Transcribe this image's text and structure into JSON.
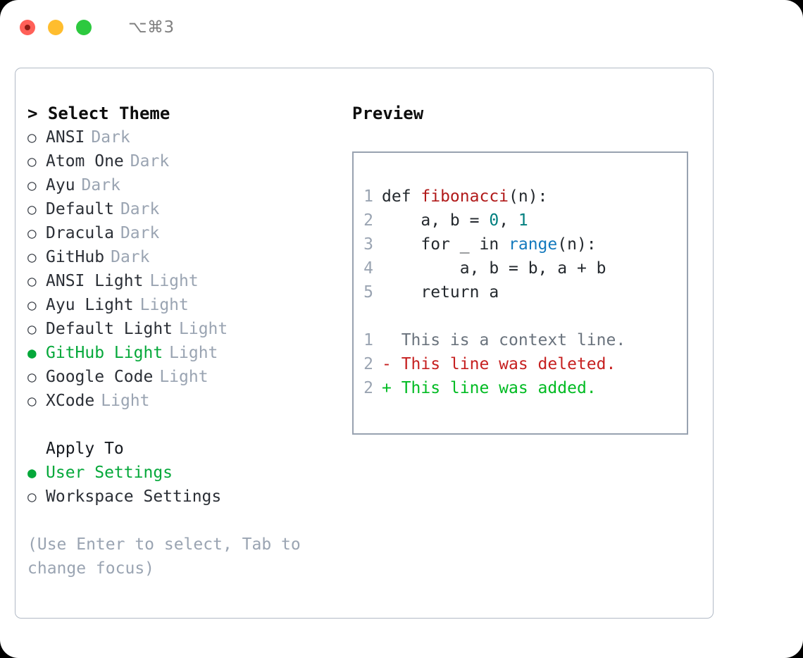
{
  "titlebar": {
    "shortcut": "⌥⌘3",
    "lights": [
      "close",
      "minimize",
      "maximize"
    ]
  },
  "left": {
    "heading": "> Select Theme",
    "themes": [
      {
        "marker": "○",
        "name": "ANSI",
        "kind": "Dark",
        "selected": false
      },
      {
        "marker": "○",
        "name": "Atom One",
        "kind": "Dark",
        "selected": false
      },
      {
        "marker": "○",
        "name": "Ayu",
        "kind": "Dark",
        "selected": false
      },
      {
        "marker": "○",
        "name": "Default",
        "kind": "Dark",
        "selected": false
      },
      {
        "marker": "○",
        "name": "Dracula",
        "kind": "Dark",
        "selected": false
      },
      {
        "marker": "○",
        "name": "GitHub",
        "kind": "Dark",
        "selected": false
      },
      {
        "marker": "○",
        "name": "ANSI Light",
        "kind": "Light",
        "selected": false
      },
      {
        "marker": "○",
        "name": "Ayu Light",
        "kind": "Light",
        "selected": false
      },
      {
        "marker": "○",
        "name": "Default Light",
        "kind": "Light",
        "selected": false
      },
      {
        "marker": "●",
        "name": "GitHub Light",
        "kind": "Light",
        "selected": true
      },
      {
        "marker": "○",
        "name": "Google Code",
        "kind": "Light",
        "selected": false
      },
      {
        "marker": "○",
        "name": "XCode",
        "kind": "Light",
        "selected": false
      }
    ],
    "apply_to": {
      "title": "Apply To",
      "options": [
        {
          "marker": "●",
          "name": "User Settings",
          "selected": true
        },
        {
          "marker": "○",
          "name": "Workspace Settings",
          "selected": false
        }
      ]
    },
    "hint": "(Use Enter to select, Tab to change focus)"
  },
  "right": {
    "title": "Preview",
    "code": [
      {
        "no": "1",
        "tokens": [
          {
            "t": "def ",
            "c": "plain"
          },
          {
            "t": "fibonacci",
            "c": "fn"
          },
          {
            "t": "(n):",
            "c": "plain"
          }
        ]
      },
      {
        "no": "2",
        "tokens": [
          {
            "t": "    a, b = ",
            "c": "plain"
          },
          {
            "t": "0",
            "c": "num"
          },
          {
            "t": ", ",
            "c": "plain"
          },
          {
            "t": "1",
            "c": "num"
          }
        ]
      },
      {
        "no": "3",
        "tokens": [
          {
            "t": "    for _ in ",
            "c": "plain"
          },
          {
            "t": "range",
            "c": "call"
          },
          {
            "t": "(n):",
            "c": "plain"
          }
        ]
      },
      {
        "no": "4",
        "tokens": [
          {
            "t": "        a, b = b, a + b",
            "c": "plain"
          }
        ]
      },
      {
        "no": "5",
        "tokens": [
          {
            "t": "    return a",
            "c": "plain"
          }
        ]
      }
    ],
    "diff": [
      {
        "no": "1",
        "text": "  This is a context line.",
        "kind": "ctx"
      },
      {
        "no": "2",
        "text": "- This line was deleted.",
        "kind": "del"
      },
      {
        "no": "2",
        "text": "+ This line was added.",
        "kind": "add"
      }
    ]
  },
  "colors": {
    "accent_green": "#05a83a",
    "muted": "#9aa4b2",
    "border": "#b2bac6",
    "preview_border": "#98a2b0",
    "diff_added": "#00bb22",
    "diff_deleted": "#c62020",
    "token_function": "#b11a1a",
    "token_number": "#007f7f",
    "token_call": "#1379bd"
  }
}
